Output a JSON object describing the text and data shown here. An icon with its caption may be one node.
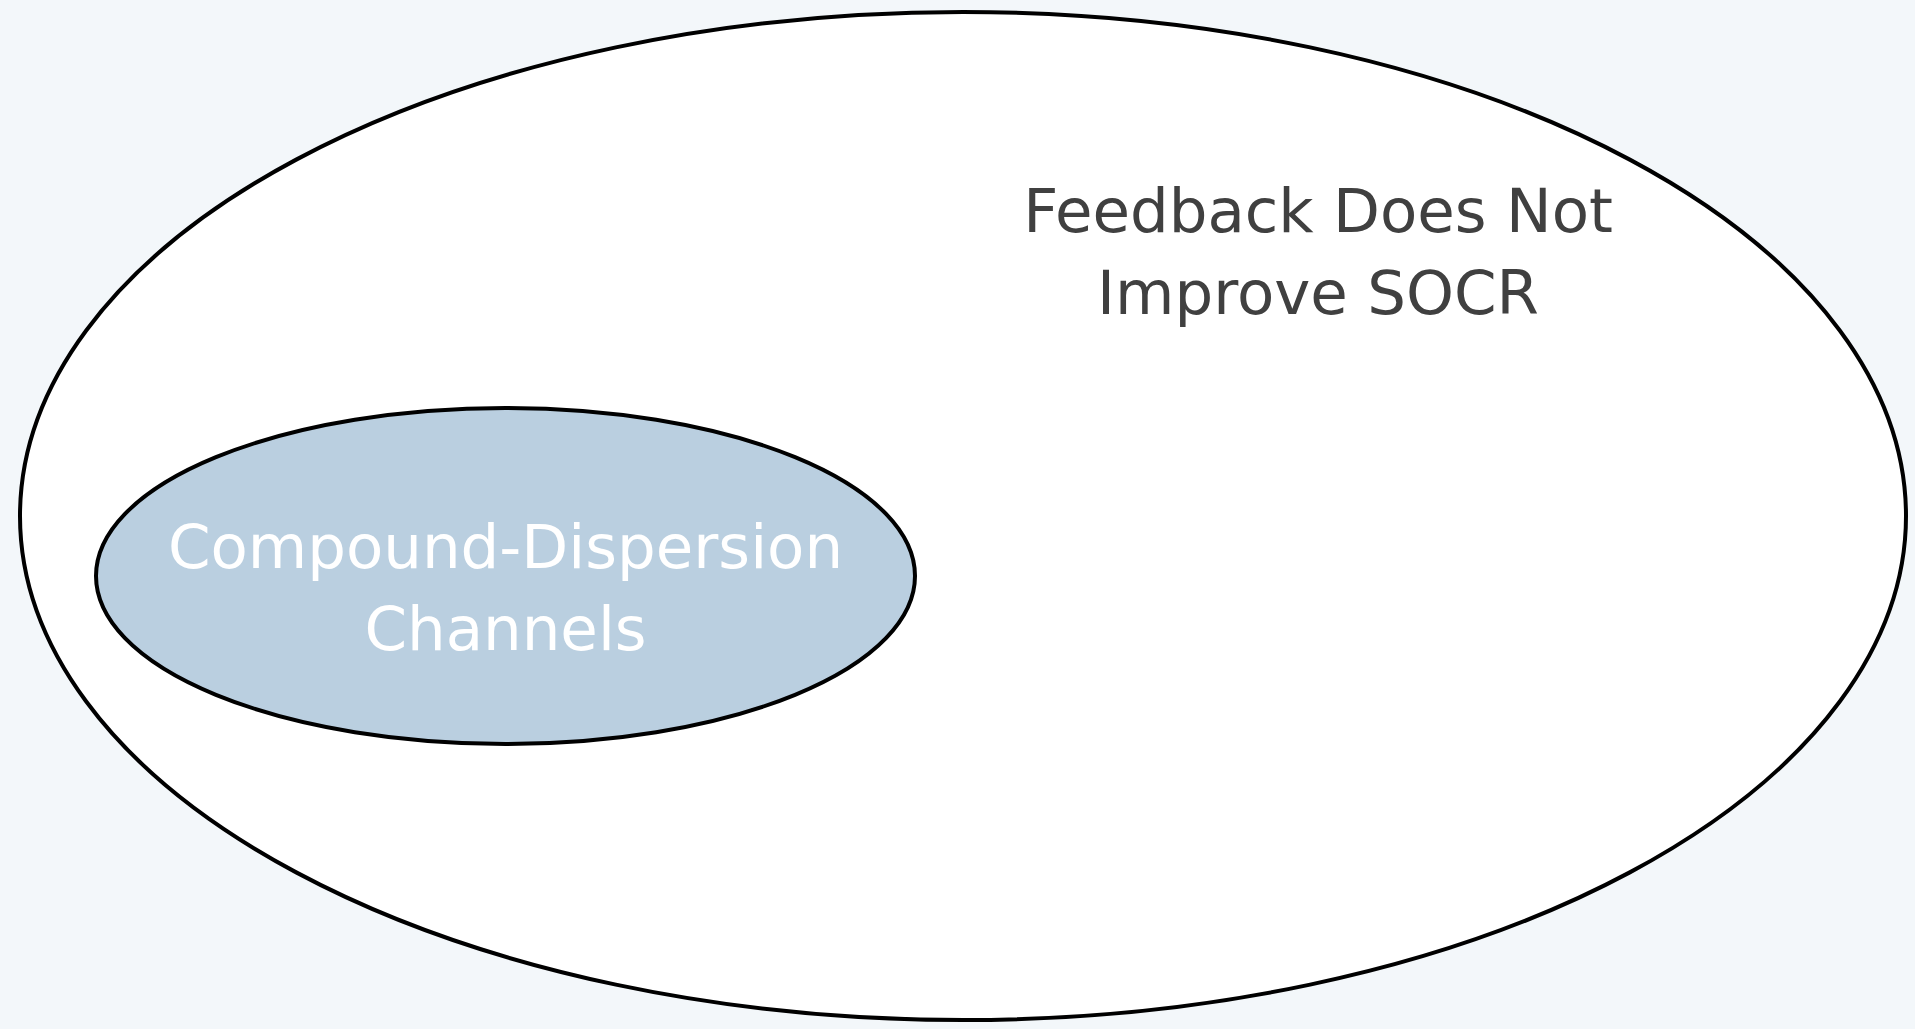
{
  "diagram": {
    "nodes": [
      {
        "text": [
          "Feedback Does Not Improve SOCR"
        ]
      },
      {
        "text": [
          "Compound-Dispersion Channels"
        ],
        "in": 0
      }
    ]
  }
}
